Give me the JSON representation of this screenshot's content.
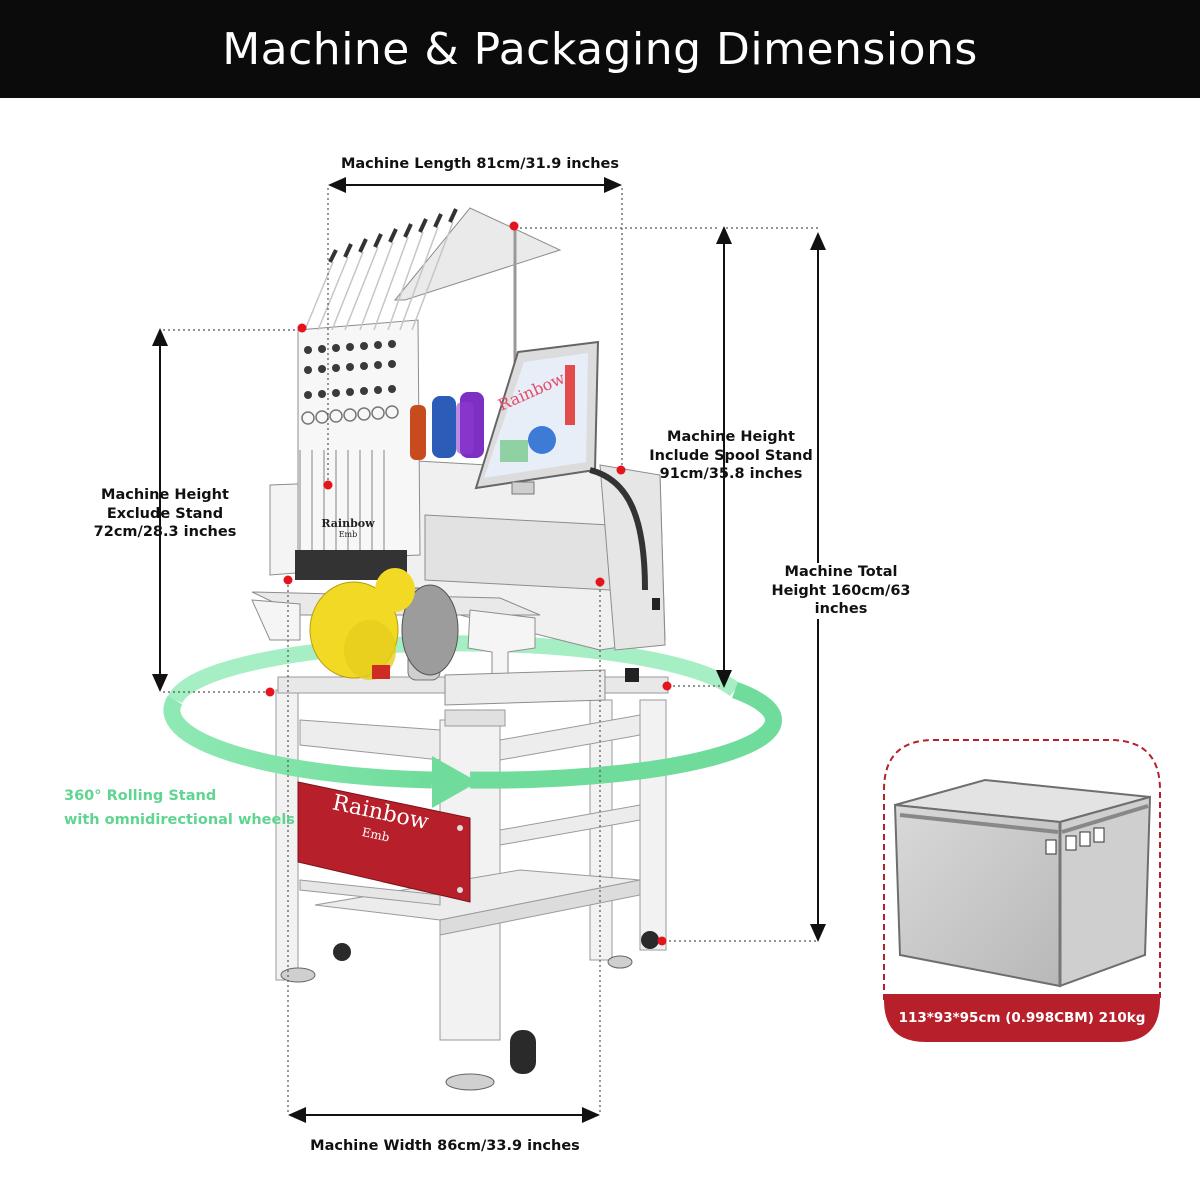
{
  "title": "Machine & Packaging Dimensions",
  "dimensions": {
    "length": "Machine Length 81cm/31.9 inches",
    "width": "Machine Width 86cm/33.9 inches",
    "height_exclude": [
      "Machine Height",
      "Exclude Stand",
      "72cm/28.3 inches"
    ],
    "height_include": [
      "Machine Height",
      "Include Spool Stand",
      "91cm/35.8 inches"
    ],
    "height_total": [
      "Machine Total",
      "Height 160cm/63 inches"
    ]
  },
  "feature": [
    "360° Rolling Stand",
    "with omnidirectional wheels"
  ],
  "brand": {
    "name": "Rainbow",
    "sub": "Emb"
  },
  "package": {
    "caption": "113*93*95cm (0.998CBM) 210kg"
  },
  "colors": {
    "accent_red": "#b7202a",
    "dot_red": "#e3141c",
    "green": "#5fd590",
    "banner": "#0b0b0b"
  }
}
